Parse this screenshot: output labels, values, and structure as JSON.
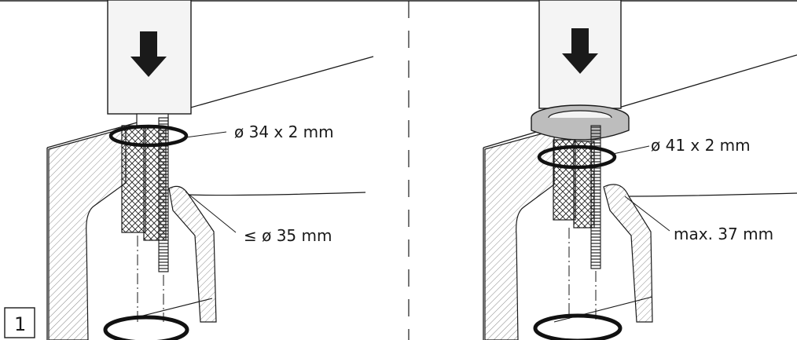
{
  "figure": {
    "number": "1",
    "left_panel": {
      "oring_label": "ø 34 x 2 mm",
      "hole_label": "≤ ø 35 mm"
    },
    "right_panel": {
      "oring_label": "ø 41 x 2 mm",
      "hole_label": "max. 37 mm"
    }
  },
  "colors": {
    "line": "#1a1a1a",
    "ring": "#111111",
    "hatch": "#7a7a7a",
    "washer": "#bdbdbd",
    "body_fill": "#f4f4f4"
  },
  "icons": [
    "arrow-down-icon",
    "faucet-body-icon",
    "o-ring-icon",
    "washer-icon",
    "threaded-rod-icon",
    "braided-hose-icon"
  ]
}
